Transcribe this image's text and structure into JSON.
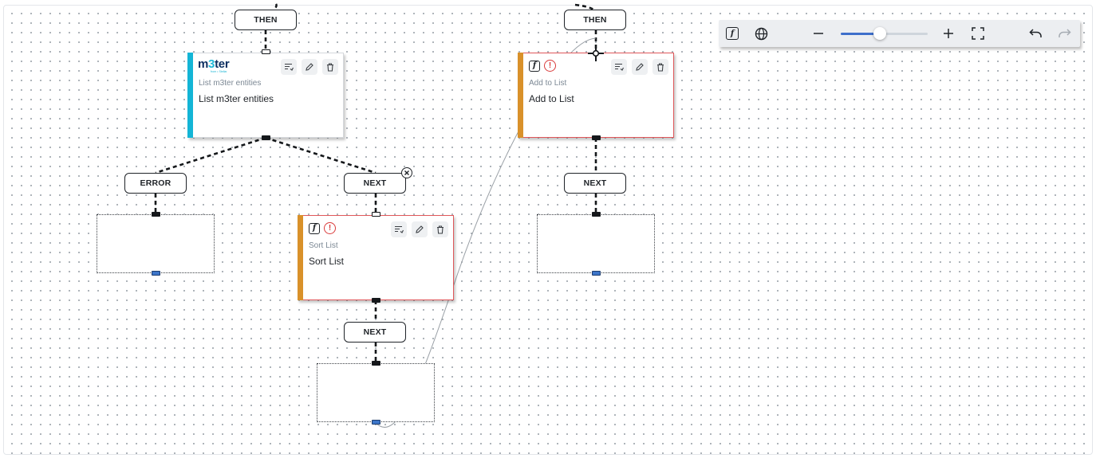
{
  "canvas": {
    "then_label_left": "THEN",
    "then_label_right": "THEN",
    "error_label": "ERROR",
    "next_label_mid": "NEXT",
    "next_label_sort": "NEXT",
    "next_label_right": "NEXT"
  },
  "nodes": {
    "m3ter": {
      "logo_word_a": "m",
      "logo_word_dot": "3",
      "logo_word_b": "ter",
      "logo_tag": "from • Stellar",
      "subtitle": "List m3ter entities",
      "title": "List m3ter entities",
      "accent_color": "#13b5d6",
      "icon": "m3ter-logo"
    },
    "sort_list": {
      "subtitle": "Sort List",
      "title": "Sort List",
      "accent_color": "#d9912a",
      "icon": "function-icon",
      "status": "warning-icon"
    },
    "add_to_list": {
      "subtitle": "Add to List",
      "title": "Add to List",
      "accent_color": "#d9912a",
      "icon": "function-icon",
      "status": "warning-icon"
    }
  },
  "card_actions": [
    "map-fields-icon",
    "edit-pencil-icon",
    "delete-trash-icon"
  ],
  "glyphs": {
    "fn": "f",
    "warn": "!"
  },
  "toolbar": {
    "items": [
      "function-icon",
      "globe-icon",
      "zoom-out-icon",
      "zoom-slider",
      "zoom-in-icon",
      "fit-view-icon",
      "undo-icon",
      "redo-icon"
    ],
    "zoom_fraction": 0.45,
    "redo_enabled": false
  },
  "colors": {
    "warning": "#d93a3a",
    "slider": "#3e6fcb",
    "error_border": "#e0575a"
  }
}
